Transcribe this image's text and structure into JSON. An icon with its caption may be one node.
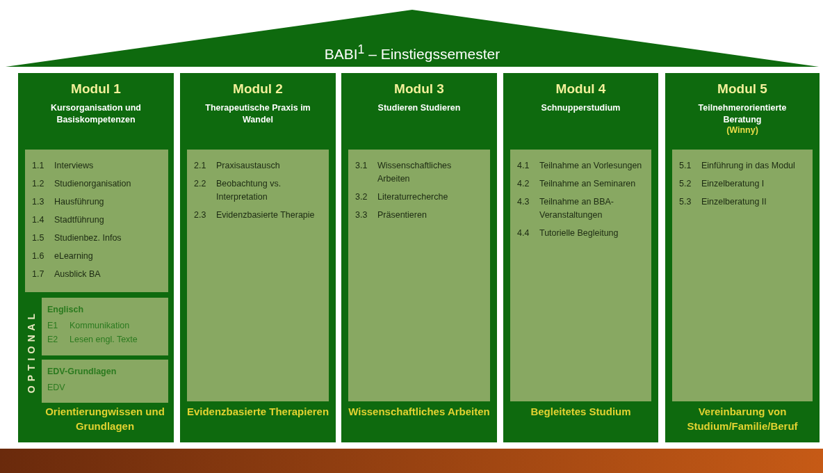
{
  "diagram": {
    "nodes": [
      {
        "text": [
          "BABI$^{1}$ – Einstiegssemester"
        ]
      },
      {
        "text": [
          "Modul 1",
          "Kursorganisation und Basiskompetenzen",
          "Orientierungwissen und Grundlagen"
        ]
      },
      {
        "text": [
          "1.1 Interviews",
          "1.2 Studienorganisation",
          "1.3 Hausführung",
          "1.4 Stadtführung",
          "1.5 Studienbez. Infos",
          "1.6 eLearning",
          "1.7 Ausblick BA"
        ],
        "in": 1
      },
      {
        "text": [
          "Englisch",
          "E1 Kommunikation",
          "E2 Lesen engl. Texte"
        ],
        "in": 1
      },
      {
        "text": [
          "EDV-Grundlagen",
          "EDV"
        ],
        "in": 1
      },
      {
        "text": [
          "Modul 2",
          "Therapeutische Praxis im Wandel",
          "Evidenzbasierte Therapieren"
        ]
      },
      {
        "text": [
          "2.1 Praxisaustausch",
          "2.2 Beobachtung vs. Interpretation",
          "2.3 Evidenzbasierte Therapie"
        ],
        "in": 5
      },
      {
        "text": [
          "Modul 3",
          "Studieren Studieren",
          "Wissenschaftliches Arbeiten"
        ]
      },
      {
        "text": [
          "3.1 Wissenschaftliches Arbeiten",
          "3.2 Literaturrecherche",
          "3.3 Präsentieren"
        ],
        "in": 7
      },
      {
        "text": [
          "Modul 4",
          "Schnupperstudium",
          "Begleitetes Studium"
        ]
      },
      {
        "text": [
          "4.1 Teilnahme an Vorlesungen",
          "4.2 Teilnahme an Seminaren",
          "4.3 Teilnahme an BBA-Veranstaltungen",
          "4.4 Tutorielle Begleitung"
        ],
        "in": 9
      },
      {
        "text": [
          "Modul 5",
          "Teilnehmerorientierte Beratung",
          "(Winny)",
          "Vereinbarung von Studium/Familie/Beruf"
        ]
      },
      {
        "text": [
          "5.1 Einführung in das Modul",
          "5.2 Einzelberatung I",
          "5.3 Einzelberatung II"
        ],
        "in": 11
      },
      {
        "text": [],
        "shape": "bar"
      }
    ],
    "edges": [],
    "labels": [
      "OPTIONAL"
    ]
  }
}
